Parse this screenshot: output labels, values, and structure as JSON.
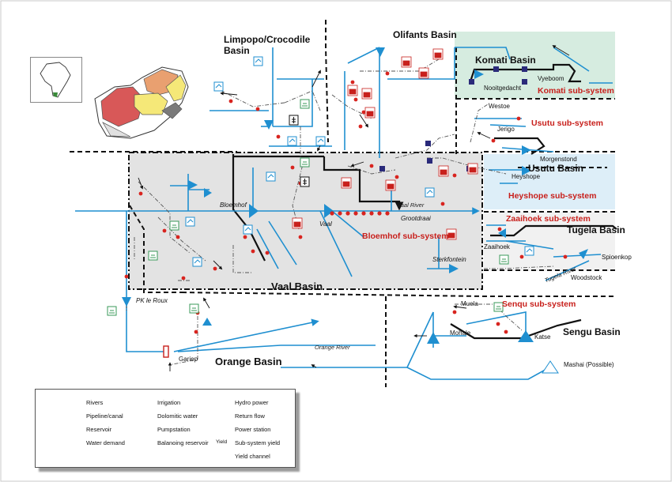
{
  "basins": {
    "limpopo_line1": "Limpopo/Crocodile",
    "limpopo_line2": "Basin",
    "olifants": "Olifants Basin",
    "komati": "Komati Basin",
    "usutu": "Usutu Basin",
    "tugela": "Tugela Basin",
    "vaal": "Vaal Basin",
    "orange": "Orange Basin",
    "sengu": "Sengu Basin"
  },
  "subsystems": {
    "komati": "Komati sub-system",
    "usutu": "Usutu sub-system",
    "heyshope": "Heyshope sub-system",
    "zaaihoek": "Zaaihoek sub-system",
    "bloemhof": "Bloemhof sub-system",
    "senqu": "Senqu sub-system"
  },
  "places": {
    "vyeboom": "Vyeboom",
    "nooitgedacht": "Nooitgedacht",
    "westoe": "Westoe",
    "jerigo": "Jerigo",
    "morgenstond": "Morgenstond",
    "heyshope": "Heyshope",
    "zaaihoek": "Zaaihoek",
    "spioenkop": "Spioenkop",
    "woodstock": "Woodstock",
    "bloemhof": "Bloemhof",
    "vaal": "Vaal",
    "grootdraai": "Grootdraai",
    "sterkfontein": "Sterkfontein",
    "pk_le_roux": "PK le Roux",
    "gariep": "Gariep",
    "muela": "Muela",
    "mohale": "Mohale",
    "katse": "Katse",
    "mashai": "Mashai (Possible)"
  },
  "rivers": {
    "vaal": "Vaal River",
    "orange": "Orange River",
    "tugela": "Tugela River"
  },
  "legend": {
    "rivers": "Rivers",
    "pipeline": "Pipeline/canal",
    "reservoir": "Reservoir",
    "water_demand": "Water demand",
    "irrigation": "Irrigation",
    "dolomitic": "Dolomitic water",
    "pumpstation": "Pumpstation",
    "balancing": "Balanoing reservoir",
    "hydro": "Hydro power",
    "return_flow": "Return flow",
    "power_station": "Power station",
    "subsystem_yield": "Sub-system yield",
    "yield_box": "Yield",
    "yield_channel": "Yield channel"
  },
  "colors": {
    "river": "#1f8fd0",
    "subsystem_text": "#c8201c",
    "pump": "#d8241f",
    "balancing": "#2a2a7a",
    "vaal_fill": "#e3e3e3",
    "komati_fill": "#d6ece0",
    "heyshope_fill": "#ddeef8",
    "sa_province_grey": "#7a7a7a",
    "sa_province_yellow": "#f5e878",
    "sa_province_orange": "#e9a070",
    "sa_province_red": "#d85858"
  }
}
